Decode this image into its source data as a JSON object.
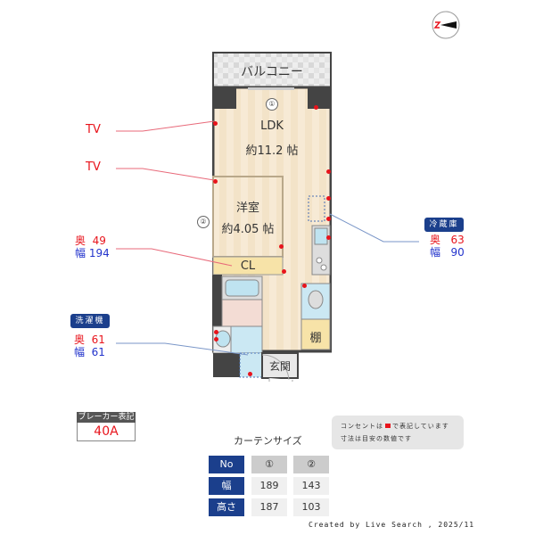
{
  "compass": {
    "label": "N",
    "direction": "west"
  },
  "rooms": {
    "balcony": "バルコニー",
    "ldk_name": "LDK",
    "ldk_size": "約11.2 帖",
    "western_name": "洋室",
    "western_size": "約4.05 帖",
    "closet": "CL",
    "shelf": "棚",
    "entrance": "玄関"
  },
  "window_markers": {
    "one": "①",
    "two": "②"
  },
  "callouts": {
    "tv1": "TV",
    "tv2": "TV",
    "ac": {
      "depth_label": "奥",
      "depth": "49",
      "width_label": "幅",
      "width": "194"
    },
    "fridge": {
      "title": "冷蔵庫",
      "depth_label": "奥",
      "depth": "63",
      "width_label": "幅",
      "width": "90"
    },
    "washer": {
      "title": "洗濯機",
      "depth_label": "奥",
      "depth": "61",
      "width_label": "幅",
      "width": "61"
    }
  },
  "breaker": {
    "label": "ブレーカー表記",
    "value": "40A"
  },
  "note": {
    "line1_pre": "コンセントは",
    "line1_post": "で表記しています",
    "line2": "寸法は目安の数値です"
  },
  "curtain": {
    "title": "カーテンサイズ",
    "headers": [
      "No",
      "①",
      "②"
    ],
    "rows": [
      {
        "label": "幅",
        "values": [
          "189",
          "143"
        ]
      },
      {
        "label": "高さ",
        "values": [
          "187",
          "103"
        ]
      }
    ]
  },
  "credit": "Created by Live Search , 2025/11",
  "colors": {
    "accent_blue": "#1b3f8c",
    "outlet_red": "#e8141c",
    "floor": "#f3e3c8"
  }
}
